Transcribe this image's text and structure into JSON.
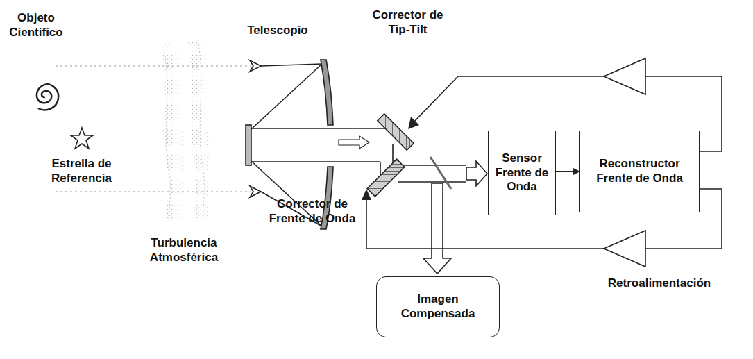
{
  "diagram": {
    "nodes": [
      {
        "text": [
          "Sensor Frente de Onda"
        ]
      },
      {
        "text": [
          "Reconstructor Frente de Onda"
        ]
      },
      {
        "text": [
          "Imagen Compensada"
        ]
      }
    ],
    "edges": [
      {
        "from": 0,
        "to": 1,
        "arrow": "to"
      }
    ],
    "labels": [
      "Objeto Científico",
      "Estrella de Referencia",
      "Turbulencia Atmosférica",
      "Telescopio",
      "Corrector de Tip-Tilt",
      "Corrector de Frente de Onda",
      "Retroalimentación"
    ]
  }
}
